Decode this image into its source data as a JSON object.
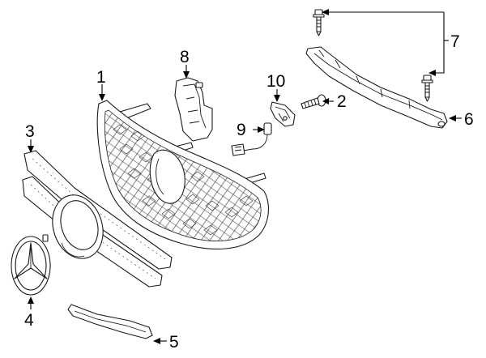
{
  "callouts": [
    "1",
    "2",
    "3",
    "4",
    "5",
    "6",
    "7",
    "8",
    "9",
    "10"
  ],
  "colors": {
    "line": "#1a1a1a",
    "background": "#ffffff"
  }
}
